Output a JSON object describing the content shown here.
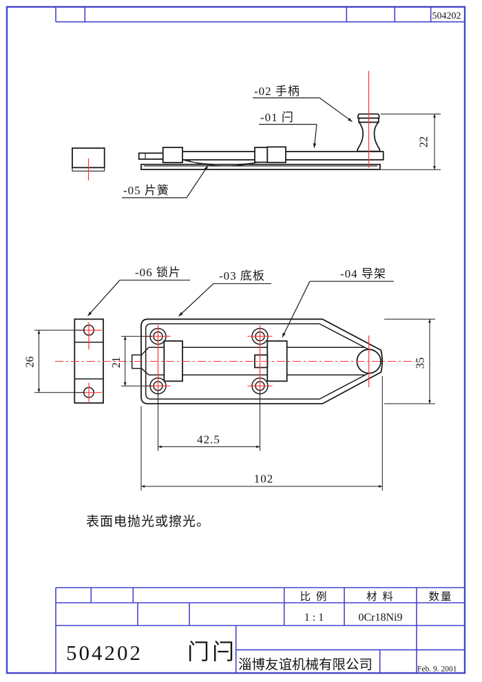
{
  "colors": {
    "frame_blue": "#4343cd",
    "line_black": "#1b1b1b",
    "center_red": "#ff3030"
  },
  "border_strip": {
    "doc_number": "504202"
  },
  "side_view": {
    "label_handle": "-02 手柄",
    "label_bolt": "-01 闩",
    "label_spring": "-05 片簧",
    "dim_handle_height": "22"
  },
  "plan_view": {
    "label_lock_plate": "-06 锁片",
    "label_base_plate": "-03 底板",
    "label_guide": "-04 导架",
    "dim_lock_hole_spacing": "26",
    "dim_hole_row_spacing": "21",
    "dim_plate_width": "35",
    "dim_hole_col_spacing": "42.5",
    "dim_overall_length": "102"
  },
  "note": "表面电抛光或擦光。",
  "title_block": {
    "scale_label": "比  例",
    "material_label": "材  料",
    "quantity_label": "数量",
    "scale_value": "1 : 1",
    "material_value": "0Cr18Ni9",
    "part_number": "504202",
    "part_name": "门闩",
    "company": "淄博友谊机械有限公司",
    "date": "Feb. 9. 2001"
  }
}
